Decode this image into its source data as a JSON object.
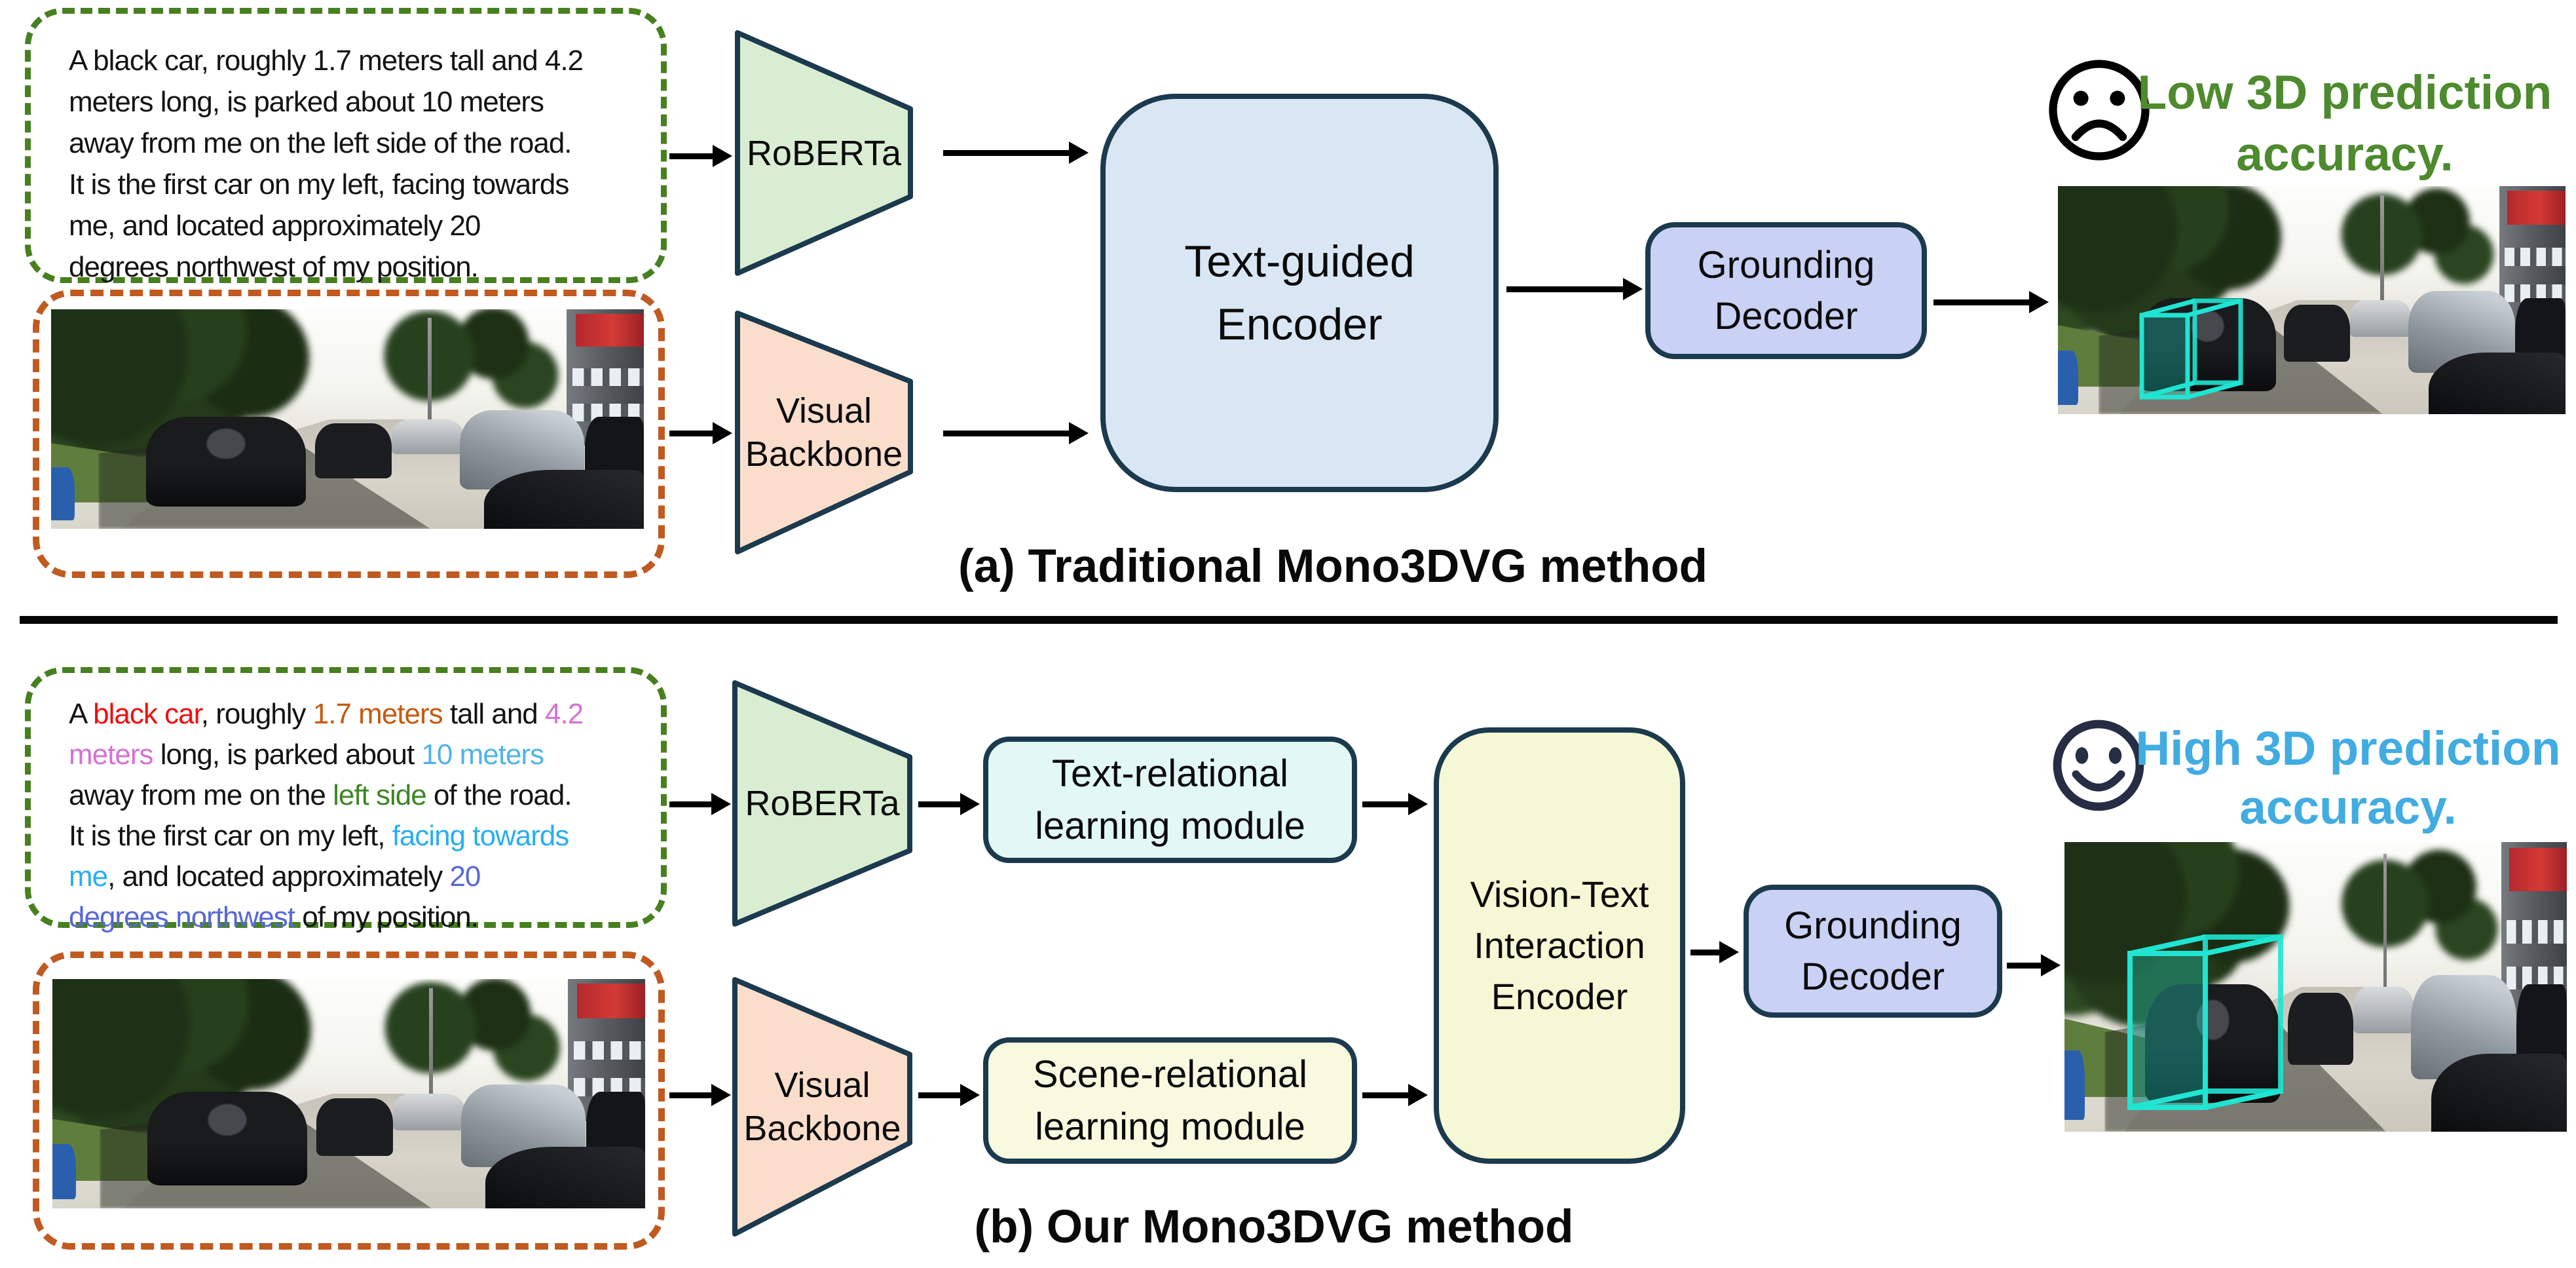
{
  "figure_title": "Mono3DVG method comparison diagram",
  "palette": {
    "ink": "#131313",
    "red": "#F20D0D",
    "orange": "#C55A11",
    "orchid": "#D671D6",
    "sky": "#4FB3E8",
    "green": "#3E8527",
    "azure": "#29AEF0",
    "slate": "#5667DA",
    "dash_green": "#47801F",
    "dash_orange": "#C05A20",
    "shape_border": "#1C3A4E",
    "roberta_fill": "#D9EDD2",
    "visual_fill": "#FADDCB",
    "encoder_fill": "#D9E7F5",
    "decoder_fill": "#C9D1F5",
    "textrel_fill": "#E2F8F4",
    "scenerel_fill": "#F8FAE0",
    "vti_fill": "#F5F8D4",
    "low_accuracy_color": "#4E8A2E",
    "high_accuracy_color": "#41ACE1",
    "box3d_color": "#1FE5D2",
    "smiley_color": "#262D44",
    "sad_color": "#000000"
  },
  "method_a": {
    "caption": "(a) Traditional Mono3DVG method",
    "description": {
      "lines": [
        [
          {
            "t": "A black car, roughly 1.7 meters tall and 4.2"
          }
        ],
        [
          {
            "t": "meters long, is parked about 10 meters"
          }
        ],
        [
          {
            "t": "away from me on the left side of the road."
          }
        ],
        [
          {
            "t": "It is the first car on my left, facing towards"
          }
        ],
        [
          {
            "t": "me, and located approximately 20"
          }
        ],
        [
          {
            "t": "degrees northwest of my position."
          }
        ]
      ]
    },
    "blocks": {
      "roberta": "RoBERTa",
      "visual1": "Visual",
      "visual2": "Backbone",
      "encoder1": "Text-guided",
      "encoder2": "Encoder",
      "decoder1": "Grounding",
      "decoder2": "Decoder"
    },
    "result": {
      "icon": "sad-face-icon",
      "line1": "Low 3D prediction",
      "line2": "accuracy."
    }
  },
  "method_b": {
    "caption": "(b) Our Mono3DVG method",
    "description": {
      "lines": [
        [
          {
            "t": "A "
          },
          {
            "t": "black car",
            "c": "red"
          },
          {
            "t": ", roughly ",
            "c": "ink"
          },
          {
            "t": "1.7 meters",
            "c": "orange"
          },
          {
            "t": " tall and ",
            "c": "ink"
          },
          {
            "t": "4.2",
            "c": "orchid"
          }
        ],
        [
          {
            "t": "meters",
            "c": "orchid"
          },
          {
            "t": " long, is parked about ",
            "c": "ink"
          },
          {
            "t": "10 meters",
            "c": "sky"
          }
        ],
        [
          {
            "t": "away from me on the ",
            "c": "ink"
          },
          {
            "t": "left side",
            "c": "green"
          },
          {
            "t": " of the road.",
            "c": "ink"
          }
        ],
        [
          {
            "t": "It is the first car on my left, ",
            "c": "ink"
          },
          {
            "t": "facing towards",
            "c": "azure"
          }
        ],
        [
          {
            "t": "me",
            "c": "azure"
          },
          {
            "t": ", and located approximately ",
            "c": "ink"
          },
          {
            "t": "20",
            "c": "slate"
          }
        ],
        [
          {
            "t": "degrees northwest",
            "c": "slate"
          },
          {
            "t": " of my position.",
            "c": "ink"
          }
        ]
      ]
    },
    "blocks": {
      "roberta": "RoBERTa",
      "visual1": "Visual",
      "visual2": "Backbone",
      "textrel1": "Text-relational",
      "textrel2": "learning module",
      "scenerel1": "Scene-relational",
      "scenerel2": "learning module",
      "vti1": "Vision-Text",
      "vti2": "Interaction",
      "vti3": "Encoder",
      "decoder1": "Grounding",
      "decoder2": "Decoder"
    },
    "result": {
      "icon": "smiley-face-icon",
      "line1": "High 3D prediction",
      "line2": "accuracy."
    }
  }
}
